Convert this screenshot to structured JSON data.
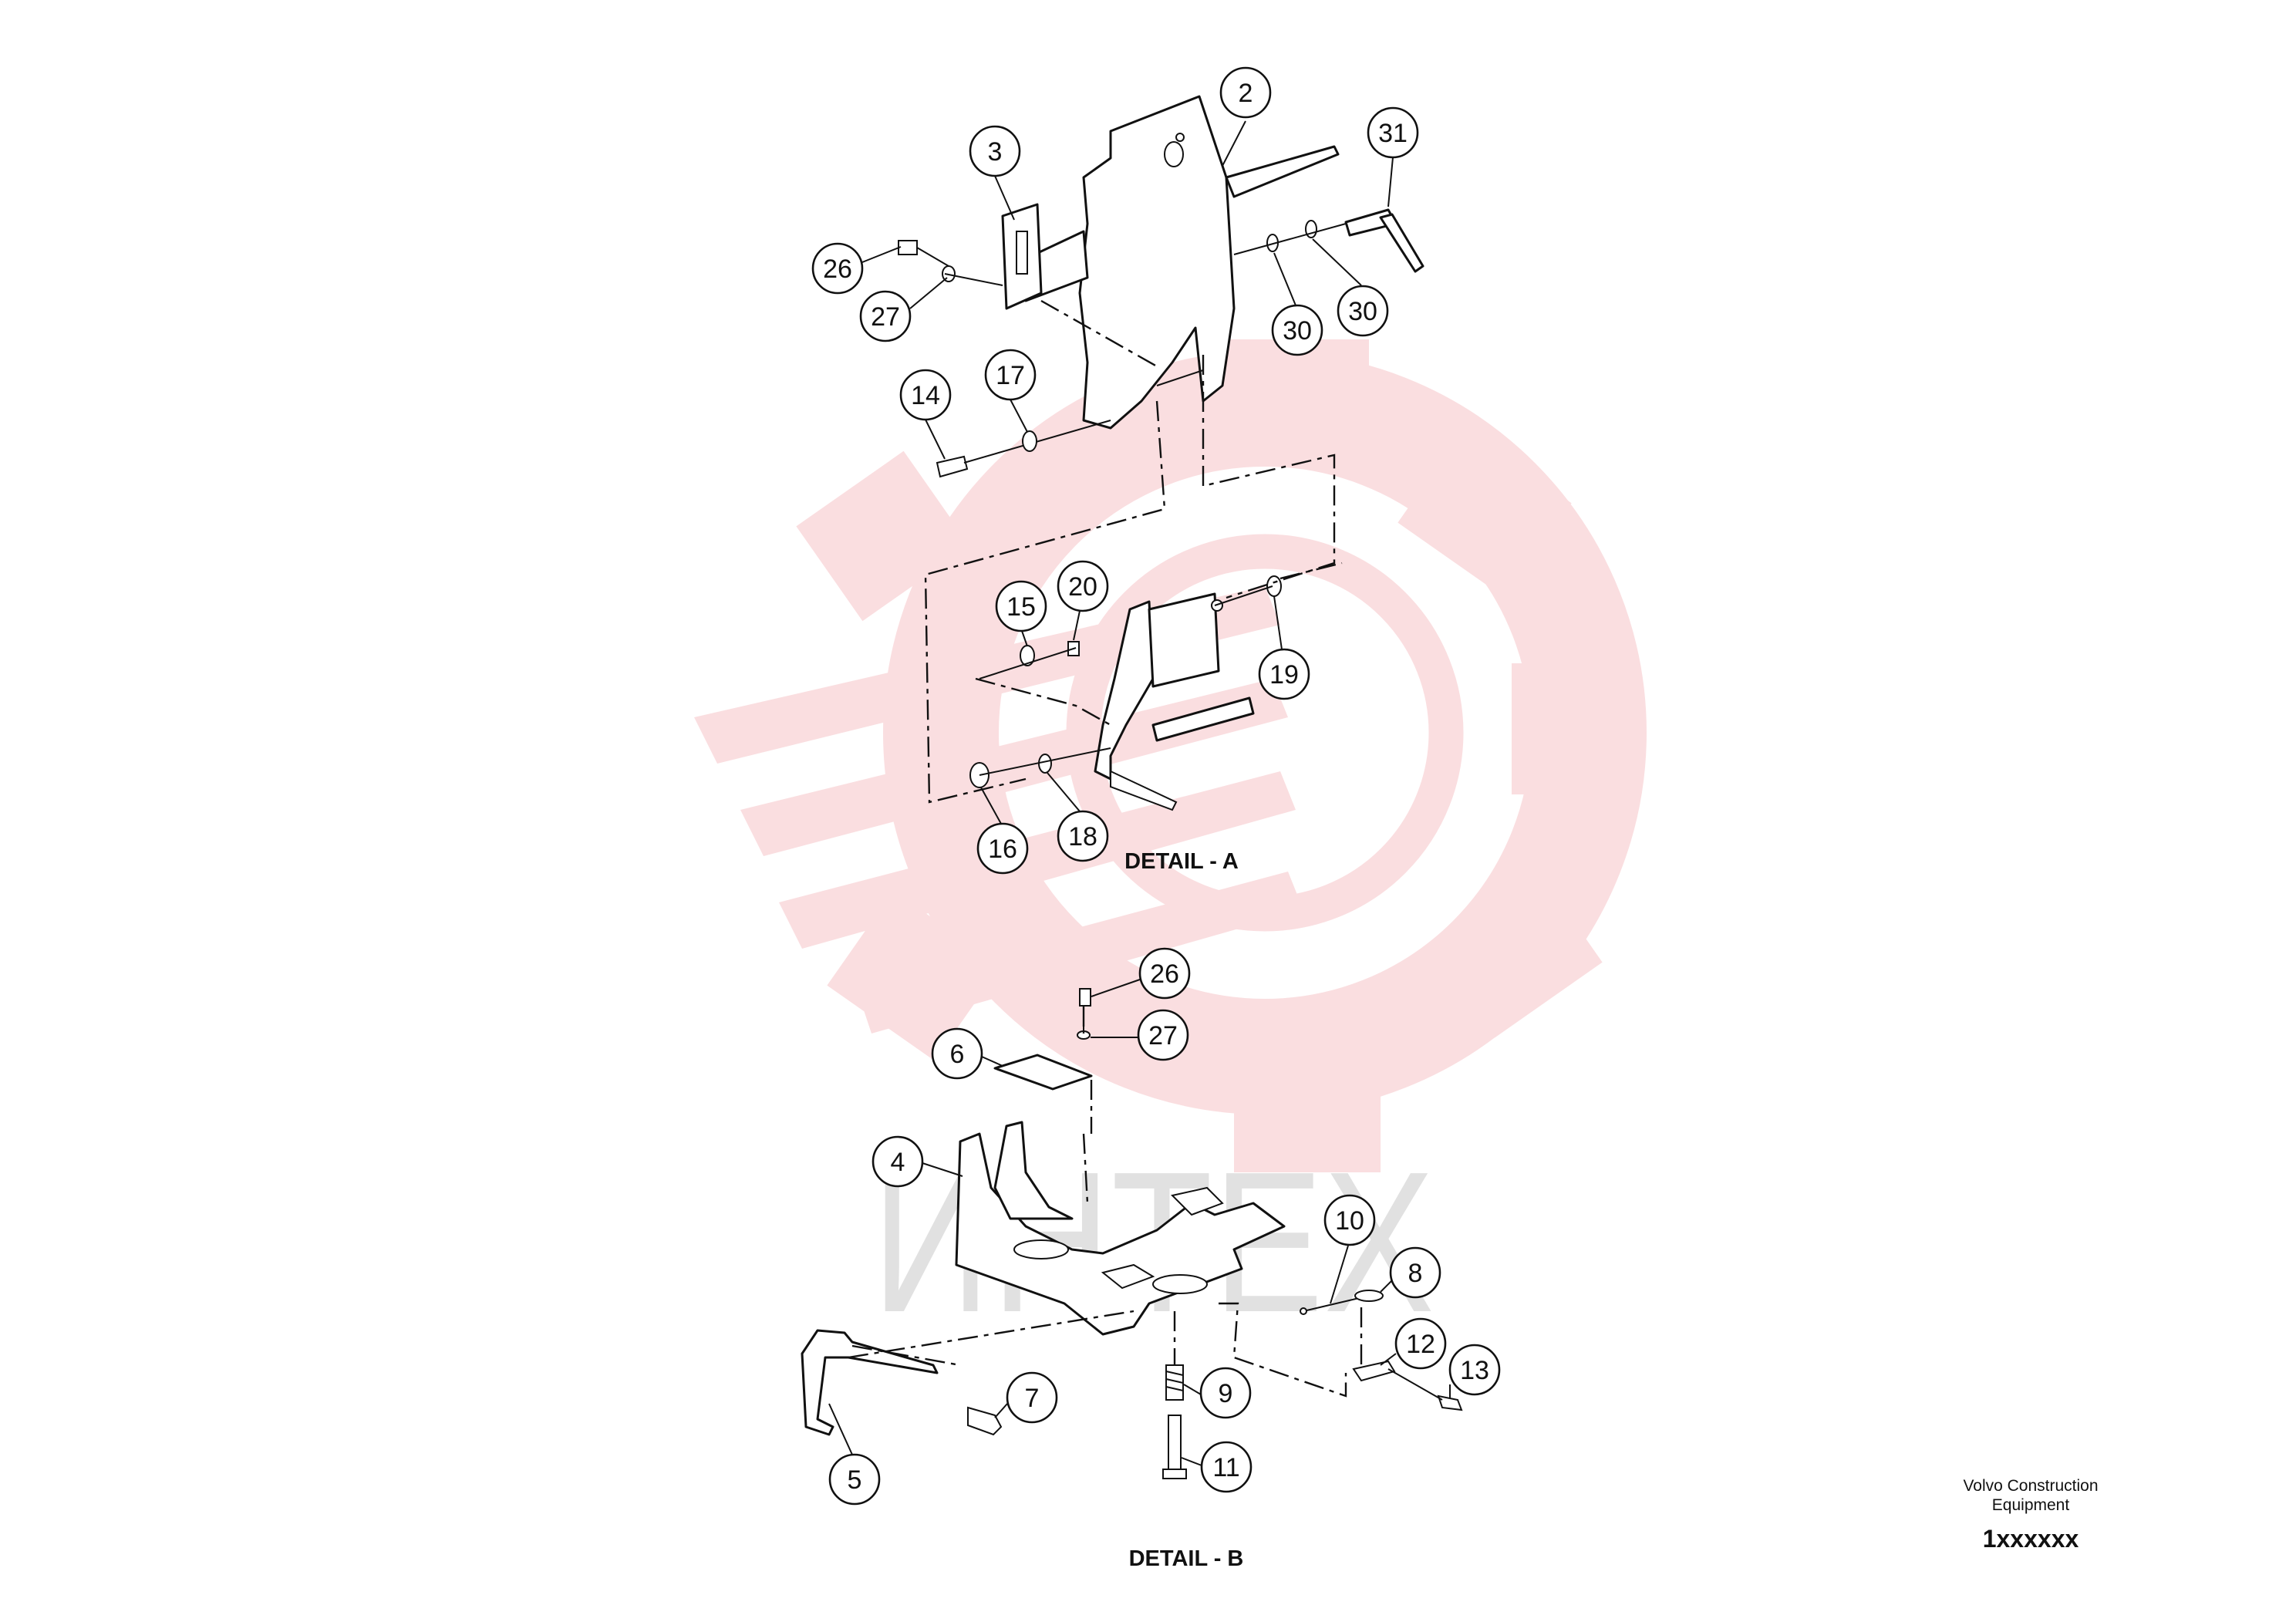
{
  "watermark": {
    "text": "ИНТЕХ",
    "gear_color": "#f6c4c7",
    "text_color": "#c9c9c9"
  },
  "details": {
    "detail_a": "DETAIL - A",
    "detail_b": "DETAIL - B"
  },
  "callouts": {
    "c2": "2",
    "c3": "3",
    "c26a": "26",
    "c27a": "27",
    "c31": "31",
    "c30a": "30",
    "c30b": "30",
    "c14": "14",
    "c17": "17",
    "c15": "15",
    "c20": "20",
    "c19": "19",
    "c16": "16",
    "c18": "18",
    "c26b": "26",
    "c27b": "27",
    "c6": "6",
    "c4": "4",
    "c10": "10",
    "c8": "8",
    "c12": "12",
    "c13": "13",
    "c7": "7",
    "c9": "9",
    "c5": "5",
    "c11": "11"
  },
  "footer": {
    "company_line1": "Volvo Construction",
    "company_line2": "Equipment",
    "serial": "1xxxxxx"
  }
}
